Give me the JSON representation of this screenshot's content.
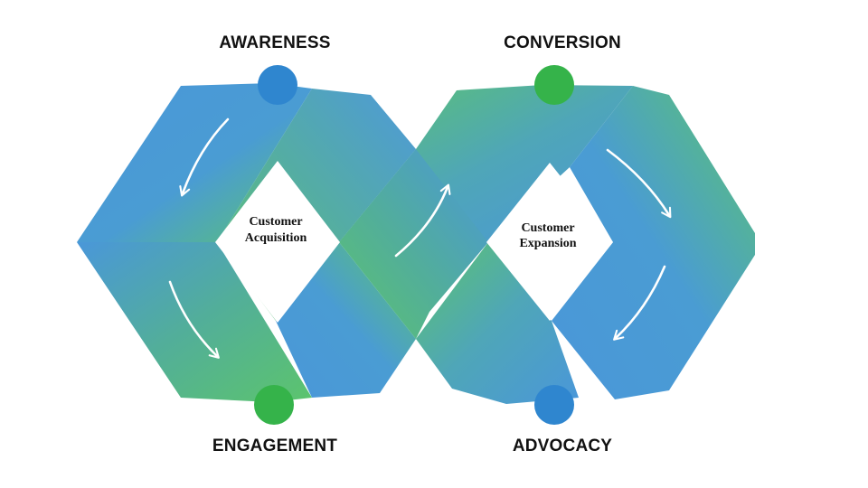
{
  "stages": {
    "awareness": "AWARENESS",
    "conversion": "CONVERSION",
    "engagement": "ENGAGEMENT",
    "advocacy": "ADVOCACY"
  },
  "centers": {
    "acquisition_line1": "Customer",
    "acquisition_line2": "Acquisition",
    "expansion_line1": "Customer",
    "expansion_line2": "Expansion"
  },
  "colors": {
    "blue": "#4a97d9",
    "green": "#5cc46d",
    "dot_blue": "#2f86cf",
    "dot_green": "#35b34a",
    "arrow": "#ffffff"
  }
}
